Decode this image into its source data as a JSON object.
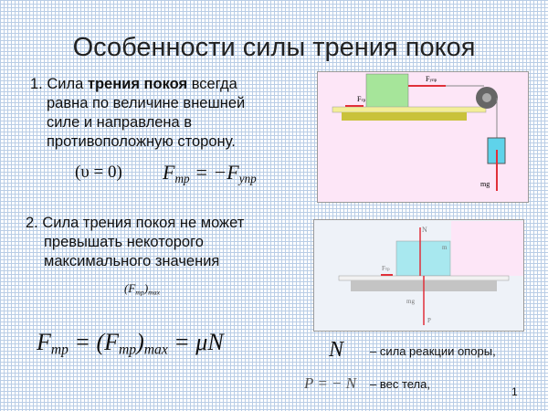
{
  "title": "Особенности силы трения покоя",
  "point1": {
    "num": "1.",
    "pre": "Сила ",
    "bold": "трения покоя",
    "post": " всегда",
    "lines": [
      "равна по величине внешней",
      "силе и направлена в",
      "противоположную сторону."
    ]
  },
  "formula1": {
    "condition": "(υ = 0)",
    "lhs": "F",
    "lhs_sub": "тр",
    "eq": "= −F",
    "rhs_sub": "упр"
  },
  "figure1": {
    "label_ftr": "F",
    "label_ftr_sub": "тр",
    "label_fupr": "F",
    "label_fupr_sub": "упр",
    "label_mg": "mg"
  },
  "point2": {
    "num": "2.",
    "first": "Сила трения покоя не может",
    "lines": [
      "превышать некоторого",
      "максимального значения"
    ]
  },
  "fmax_small": {
    "text": "(F",
    "sub": "тр",
    "close": ")",
    "max": "max"
  },
  "figure2": {
    "label_n": "N",
    "label_m": "m",
    "label_ftr": "F",
    "label_ftr_sub": "тр",
    "label_mg": "mg",
    "label_p": "P"
  },
  "formula2": {
    "f": "F",
    "f_sub": "тр",
    "eq1": " = (F",
    "sub2": "тр",
    "close": ")",
    "max": "max",
    "eq2": " = μN"
  },
  "legend": {
    "n_symbol": "N",
    "n_text": "– сила реакции опоры,",
    "p_formula": "P = − N",
    "p_text": "– вес тела,"
  },
  "page_number": "1",
  "colors": {
    "pink": "#fde6f7",
    "green": "#a6e59a",
    "cyan": "#5fd3ea",
    "red": "#e0303a",
    "table": "#c9c23a"
  }
}
